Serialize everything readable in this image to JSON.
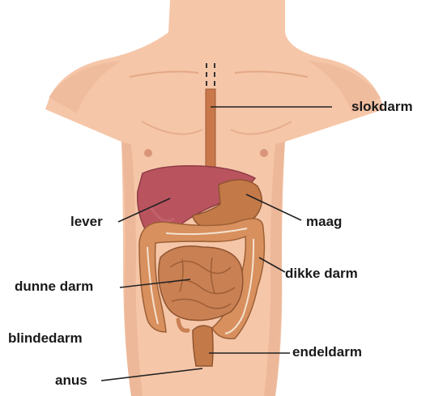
{
  "labels": {
    "slokdarm": "slokdarm",
    "maag": "maag",
    "lever": "lever",
    "dikke_darm": "dikke darm",
    "dunne_darm": "dunne darm",
    "blindedarm": "blindedarm",
    "endeldarm": "endeldarm",
    "anus": "anus"
  },
  "colors": {
    "skin": "#f6c6a8",
    "skin_shadow": "#eab293",
    "esophagus": "#c8784a",
    "liver": "#b9545f",
    "stomach": "#c47a48",
    "large_intestine": "#d8905f",
    "small_intestine": "#c98053",
    "leader_line": "#222222"
  }
}
